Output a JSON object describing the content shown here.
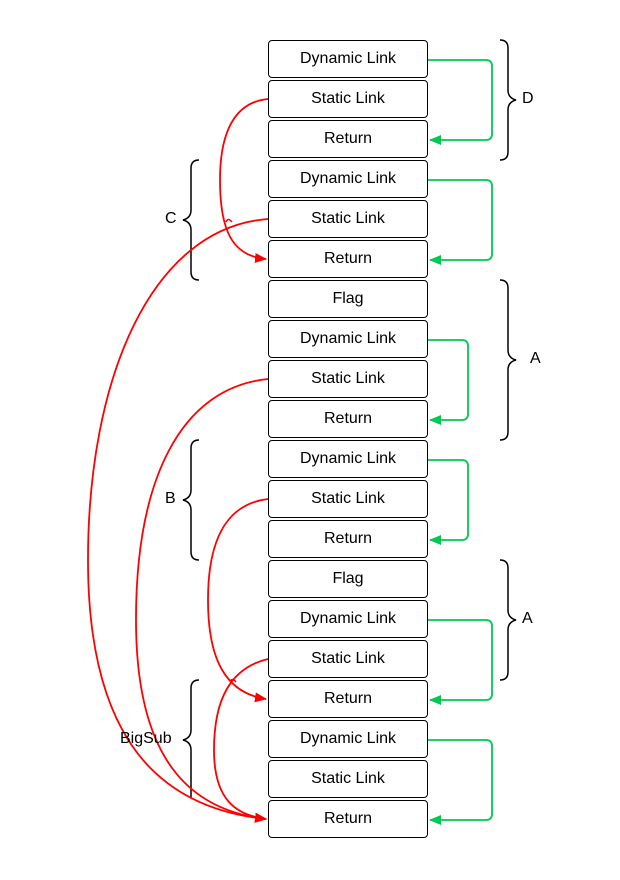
{
  "stack": {
    "frames": [
      "Dynamic Link",
      "Static Link",
      "Return",
      "Dynamic Link",
      "Static Link",
      "Return",
      "Flag",
      "Dynamic Link",
      "Static Link",
      "Return",
      "Dynamic Link",
      "Static Link",
      "Return",
      "Flag",
      "Dynamic Link",
      "Static Link",
      "Return",
      "Dynamic Link",
      "Static Link",
      "Return"
    ]
  },
  "braces": {
    "d": "D",
    "c": "C",
    "a1": "A",
    "b": "B",
    "a2": "A",
    "bigsub": "BigSub"
  },
  "colors": {
    "dynamic_link": "#00c853",
    "static_link": "#ff0000",
    "border": "#000000"
  }
}
